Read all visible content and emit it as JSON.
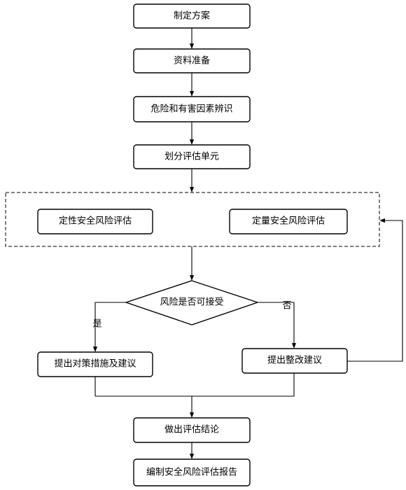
{
  "steps": {
    "plan": "制定方案",
    "prepare": "资料准备",
    "hazard": "危险和有害因素辨识",
    "divide": "划分评估单元",
    "qualitative": "定性安全风险评估",
    "quantitative": "定量安全风险评估",
    "decision": "风险是否可接受",
    "measures": "提出对策措施及建议",
    "rectify": "提出整改建议",
    "conclusion": "做出评估结论",
    "report": "编制安全风险评估报告"
  },
  "edges": {
    "yes": "是",
    "no": "否"
  }
}
